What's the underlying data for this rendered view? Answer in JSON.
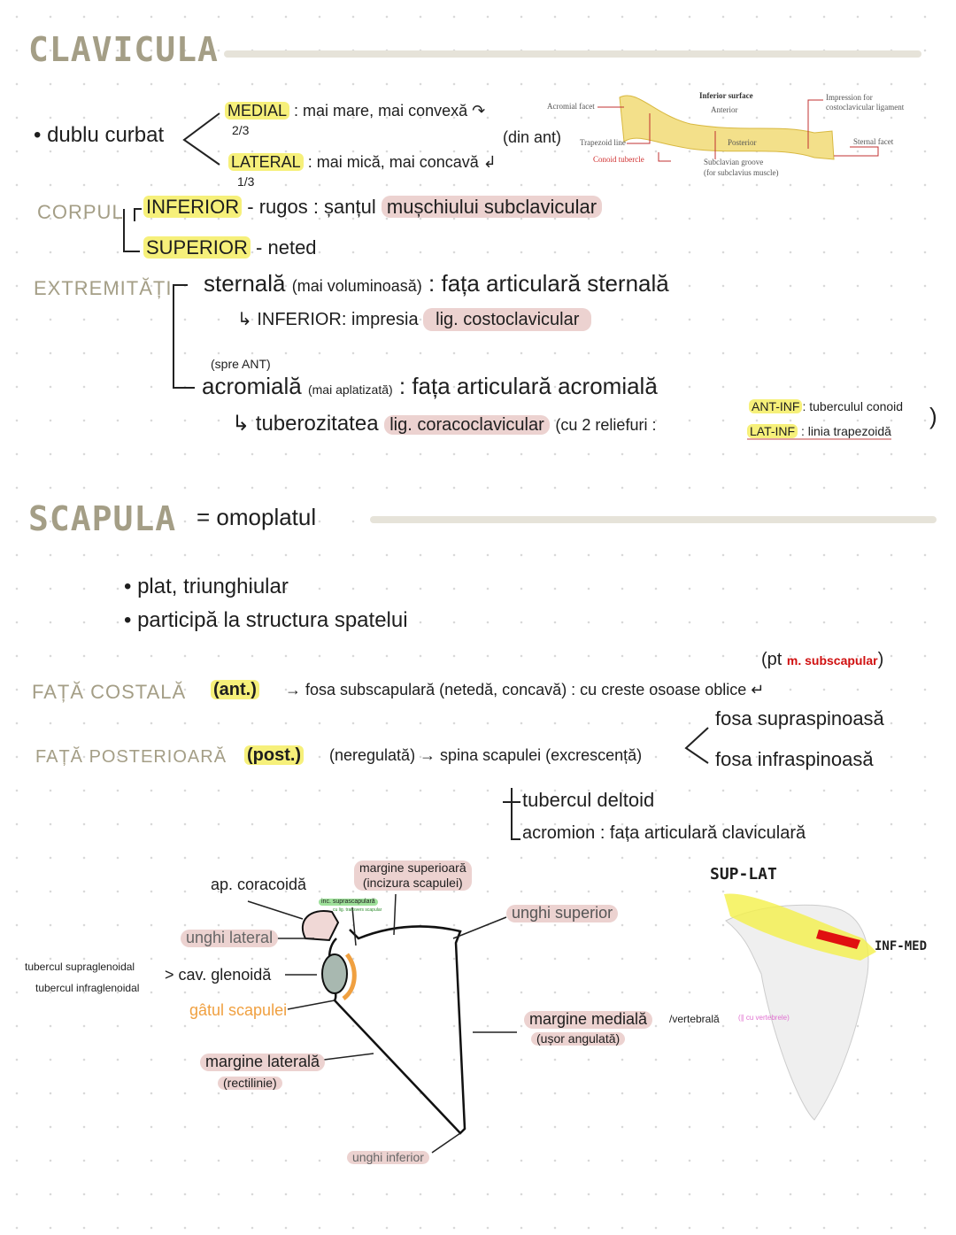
{
  "clavicula": {
    "title": "CLAVICULA",
    "dublu_curbat": "• dublu curbat",
    "medial": "MEDIAL",
    "medial_frac": "2/3",
    "medial_desc": ": mai mare, mai convexă",
    "din_ant": "(din ant)",
    "lateral": "LATERAL",
    "lateral_frac": "1/3",
    "lateral_desc": ": mai mică, mai concavă",
    "corpul": "CORPUL",
    "inferior": "INFERIOR",
    "inferior_desc": "- rugos : șanțul",
    "inferior_hl": "mușchiului subclavicular",
    "superior": "SUPERIOR",
    "superior_desc": "- neted",
    "extremitati": "EXTREMITĂȚI",
    "sternala": "sternală",
    "sternala_note": "(mai voluminoasă)",
    "sternala_desc": ": fața articulară sternală",
    "sternala_inf": "↳ INFERIOR: impresia",
    "sternala_inf_hl": "lig. costoclavicular",
    "spre_ant": "(spre ANT)",
    "acromiala": "acromială",
    "acromiala_note": "(mai aplatizată)",
    "acromiala_desc": ": fața articulară acromială",
    "tuberozitatea": "↳ tuberozitatea",
    "tuberozitatea_hl": "lig. coracoclavicular",
    "reliefuri": "(cu 2 reliefuri :",
    "ant_inf": "ANT-INF",
    "ant_inf_desc": ": tuberculul conoid",
    "lat_inf": "LAT-INF",
    "lat_inf_desc": ": linia trapezoidă",
    "close_paren": ")",
    "figure": {
      "inferior_surface": "Inferior surface",
      "anterior": "Anterior",
      "posterior": "Posterior",
      "acromial_facet": "Acromial facet",
      "trapezoid_line": "Trapezoid line",
      "conoid_tubercle": "Conoid tubercle",
      "subclavian_groove": "Subclavian groove",
      "subclavian_groove_note": "(for subclavius muscle)",
      "impression": "Impression for",
      "impression2": "costoclavicular ligament",
      "sternal_facet": "Sternal facet"
    }
  },
  "scapula": {
    "title": "SCAPULA",
    "equals": "= omoplatul",
    "bullet1": "• plat, triunghiular",
    "bullet2": "• participă la structura spatelui",
    "pt_note_a": "(pt",
    "pt_note_b": "m. subscapular",
    "pt_note_c": ")",
    "fata_costala": "FAȚĂ COSTALĂ",
    "ant": "(ant.)",
    "costala_desc": "→ fosa subscapulară (netedă, concavă) : cu creste osoase oblice ↵",
    "fata_post": "FAȚĂ POSTERIOARĂ",
    "post": "(post.)",
    "post_desc": "(neregulată) → spina scapulei (excrescență)",
    "fosa_supra": "fosa supraspinoasă",
    "fosa_infra": "fosa infraspinoasă",
    "tubercul_deltoid": "tubercul deltoid",
    "acromion": "acromion : fața articulară claviculară",
    "diagram": {
      "ap_coracoida": "ap. coracoidă",
      "margine_sup": "margine superioară",
      "incizura": "(incizura scapulei)",
      "inc_supra": "inc. suprascapulară",
      "inc_supra_note": "cu lig. transvers scapular",
      "unghi_superior": "unghi superior",
      "unghi_lateral": "unghi lateral",
      "tubercul_supra": "tubercul supraglenoidal",
      "tubercul_infra": "tubercul infraglenoidal",
      "cav_glenoida": "> cav. glenoidă",
      "gatul": "gâtul scapulei",
      "margine_mediala": "margine medială",
      "vertebrala": "/vertebrală",
      "vertebrala_note": "(∥ cu vertebrele)",
      "usor_angulata": "(ușor angulată)",
      "margine_laterala": "margine laterală",
      "rectilinie": "(rectilinie)",
      "unghi_inferior": "unghi inferior"
    },
    "model": {
      "sup_lat": "SUP-LAT",
      "inf_med": "INF-MED"
    }
  },
  "colors": {
    "title": "#a49e86",
    "highlight_yellow": "#f6f07a",
    "highlight_pink": "#ecd2d0",
    "accent_red": "#d01010",
    "orange": "#f0a040"
  }
}
